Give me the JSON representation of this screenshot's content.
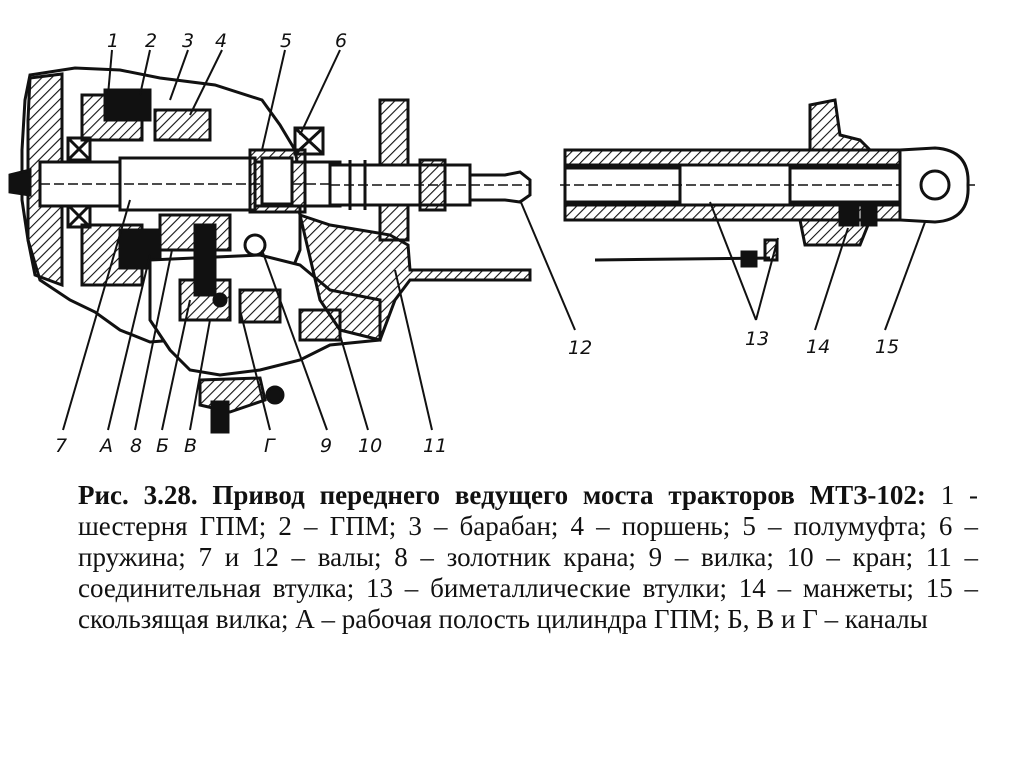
{
  "labels": {
    "n1": "1",
    "n2": "2",
    "n3": "3",
    "n4": "4",
    "n5": "5",
    "n6": "6",
    "n7": "7",
    "nA": "A",
    "n8": "8",
    "nB": "Б",
    "nV": "В",
    "nG": "Г",
    "n9": "9",
    "n10": "10",
    "n11": "11",
    "n12": "12",
    "n13": "13",
    "n14": "14",
    "n15": "15"
  },
  "caption": {
    "title": "Рис. 3.28. Привод переднего ведущего моста тракторов МТЗ-102:",
    "body": " 1 - шестерня ГПМ; 2 – ГПМ; 3 – барабан; 4 – поршень; 5 – полумуфта; 6 – пружина; 7 и 12 – валы; 8 – золотник крана; 9 – вилка; 10 – кран; 11 – соединительная втулка; 13 – биметаллические втулки; 14 – манжеты; 15 – скользящая вилка; А – рабочая полость цилиндра ГПМ; Б, В и Г – каналы"
  }
}
